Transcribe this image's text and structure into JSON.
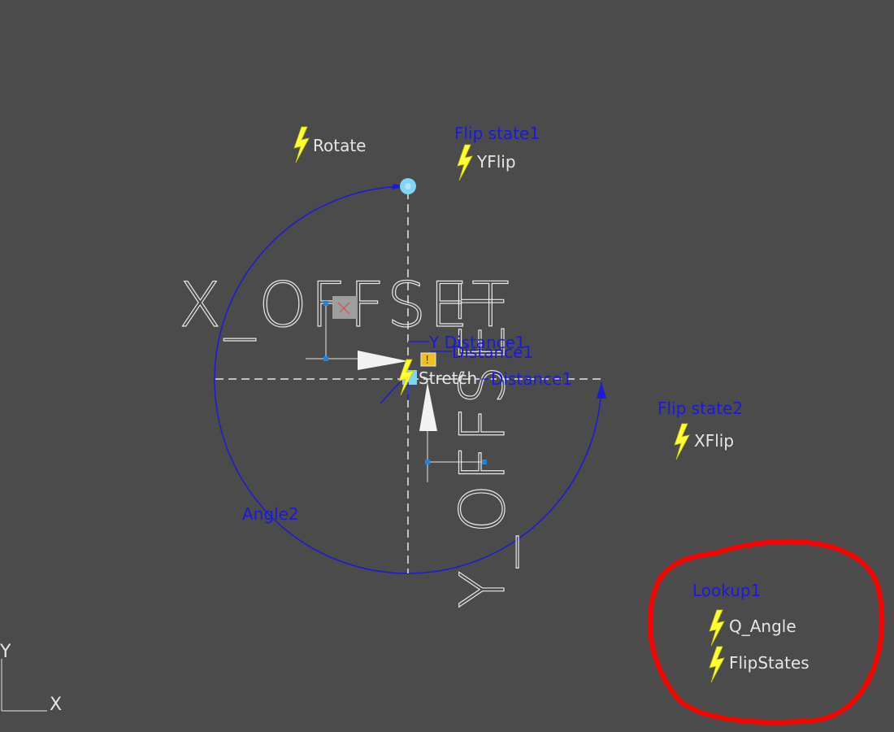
{
  "colors": {
    "background": "#4b4b4b",
    "parameter_blue": "#1a1ad8",
    "action_yellow": "#ffff00",
    "grip_cyan": "#7fd6f5",
    "highlight_red": "#ff0000",
    "text_white": "#e6e6e6"
  },
  "big_labels": {
    "x_offset": "X_OFFSET",
    "y_offset": "Y_OFFSET"
  },
  "parameters": {
    "flip_state1": "Flip state1",
    "flip_state2": "Flip state2",
    "y_distance": "Y Distance1",
    "distance1": "Distance1",
    "distance1_alt": "Distance1",
    "angle2": "Angle2",
    "lookup1": "Lookup1"
  },
  "actions": {
    "rotate": "Rotate",
    "yflip": "YFlip",
    "xflip": "XFlip",
    "stretch": "Stretch",
    "q_angle": "Q_Angle",
    "flipstates": "FlipStates"
  },
  "ucs": {
    "x_label": "X",
    "y_label": "Y"
  },
  "icons": [
    "lightning-bolt-icon",
    "grip-circle-icon",
    "alert-icon",
    "ucs-icon"
  ]
}
